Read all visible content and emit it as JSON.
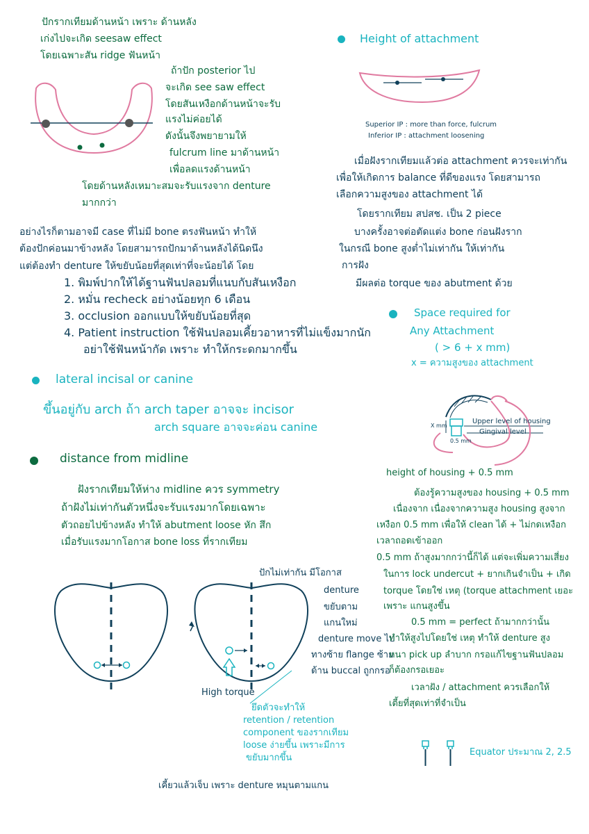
{
  "colors": {
    "green": "#0c6b3f",
    "cyan": "#19b3bf",
    "navy": "#10405a",
    "pink": "#e07aa0",
    "gray": "#555555"
  },
  "left_top": {
    "l1": "ปักรากเทียมด้านหน้า เพราะ ด้านหลัง",
    "l2": "เก่งไปจะเกิด seesaw effect",
    "l3": "โดยเฉพาะสัน ridge ฟันหน้า",
    "p1": "ถ้าปัก posterior ไป",
    "p2": "จะเกิด see saw effect",
    "p3": "โดยสันเหงือกด้านหน้าจะรับ",
    "p4": "แรงไม่ค่อยได้",
    "p5": "ดังนั้นจึงพยายามให้",
    "p6": "fulcrum line มาด้านหน้า",
    "p7": "เพื่อลดแรงด้านหน้า",
    "q1": "โดยด้านหลังเหมาะสมจะรับแรงจาก denture",
    "q2": "มากกว่า"
  },
  "left_mid": {
    "a1": "อย่างไรก็ตามอาจมี case ที่ไม่มี bone ตรงฟันหน้า ทำให้",
    "a2": "ต้องปักค่อนมาข้างหลัง โดยสามารถปักมาด้านหลังได้นิดนึง",
    "a3": "แต่ต้องทำ denture ให้ขยับน้อยที่สุดเท่าที่จะน้อยได้ โดย",
    "list": [
      {
        "num": "1.",
        "text": "พิมพ์ปากให้ได้ฐานฟันปลอมที่แนบกับสันเหงือก"
      },
      {
        "num": "2.",
        "text": "หมั่น recheck อย่างน้อยทุก 6 เดือน"
      },
      {
        "num": "3.",
        "text": "occlusion ออกแบบให้ขยับน้อยที่สุด"
      },
      {
        "num": "4.",
        "text": "Patient instruction ใช้ฟันปลอมเคี้ยวอาหารที่ไม่แข็งมากนัก"
      }
    ],
    "list4b": "อย่าใช้ฟันหน้ากัด เพราะ ทำให้กระดกมากขึ้น"
  },
  "lateral": {
    "heading": "lateral incisal or canine",
    "b1": "ขึ้นอยู่กับ arch ถ้า arch taper อาจจะ incisor",
    "b2": "arch square อาจจะค่อน canine"
  },
  "midline": {
    "heading": "distance from midline",
    "m1": "ฝังรากเทียมให้ห่าง midline ควร symmetry",
    "m2": "ถ้าฝังไม่เท่ากันตัวหนึ่งจะรับแรงมากโดยเฉพาะ",
    "m3": "ตัวถอยไปข้างหลัง ทำให้ abutment loose หัก สึก",
    "m4": "เมื่อรับแรงมากโอกาส bone loss ที่รากเทียม"
  },
  "diagram_notes": {
    "r1": "ปักไม่เท่ากัน มีโอกาส",
    "r2": "denture",
    "r3": "ขยับตาม",
    "r4": "แกนใหม่",
    "r5": "denture move ไป",
    "r6": "ทางซ้าย flange ซ้าย",
    "r7": "ด้าน buccal ถูกกรอ",
    "high_torque": "High torque",
    "c1": "ยึดตัวจะทำให้",
    "c2": "retention / retention",
    "c3": "component ของรากเทียม",
    "c4": "loose ง่ายขึ้น เพราะมีการ",
    "c5": "ขยับมากขึ้น",
    "bottom": "เคี้ยวแล้วเจ็บ เพราะ denture หมุนตามแกน"
  },
  "height": {
    "heading": "Height of attachment",
    "sup": "Superior IP : more than force, fulcrum",
    "inf": "Inferior IP : attachment loosening",
    "h1": "เมื่อฝังรากเทียมแล้วต่อ attachment ควรจะเท่ากัน",
    "h2": "เพื่อให้เกิดการ balance ที่ดีของแรง โดยสามารถ",
    "h3": "เลือกความสูงของ attachment ได้",
    "h4": "โดยรากเทียม สปสช. เป็น 2 piece",
    "h5": "บางครั้งอาจต่อตัดแต่ง bone ก่อนฝังราก",
    "h6": "ในกรณี bone สูงต่ำไม่เท่ากัน ให้เท่ากัน",
    "h7": "การฝัง",
    "h8": "มีผลต่อ torque ของ abutment ด้วย"
  },
  "space": {
    "heading1": "Space required for",
    "heading2": "Any Attachment",
    "formula": "( > 6 + x mm)",
    "xdef": "x = ความสูงของ attachment",
    "label_upper": "Upper level of housing",
    "label_gingival": "Gingival level",
    "label_xmm": "X mm",
    "label_05": "0.5 mm"
  },
  "housing": {
    "title": "height of housing + 0.5 mm",
    "lines": [
      "ต้องรู้ความสูงของ housing + 0.5 mm",
      "เนื่องจาก เนื่องจากความสูง housing สูงจาก",
      "เหงือก 0.5 mm เพื่อให้ clean ได้ + ไม่กดเหงือก",
      "เวลาถอดเข้าออก",
      "0.5 mm ถ้าสูงมากกว่านี้ก็ได้ แต่จะเพิ่มความเสี่ยง",
      "ในการ lock undercut + ยากเกินจำเป็น + เกิด",
      "torque โดยใช่ เหตุ (torque attachment เยอะ",
      "เพราะ แกนสูงขึ้น",
      "0.5 mm = perfect ถ้ามากกว่านั้น",
      "ทำให้สูงไปโดยใช่ เหตุ ทำให้ denture สูง",
      "หนา pick up ลำบาก กรอแก้ไขฐานฟันปลอม",
      "ก็ต้องกรอเยอะ",
      "เวลาฝัง / attachment ควรเลือกให้",
      "เตี้ยที่สุดเท่าที่จำเป็น"
    ],
    "equator": "Equator ประมาณ 2, 2.5"
  }
}
